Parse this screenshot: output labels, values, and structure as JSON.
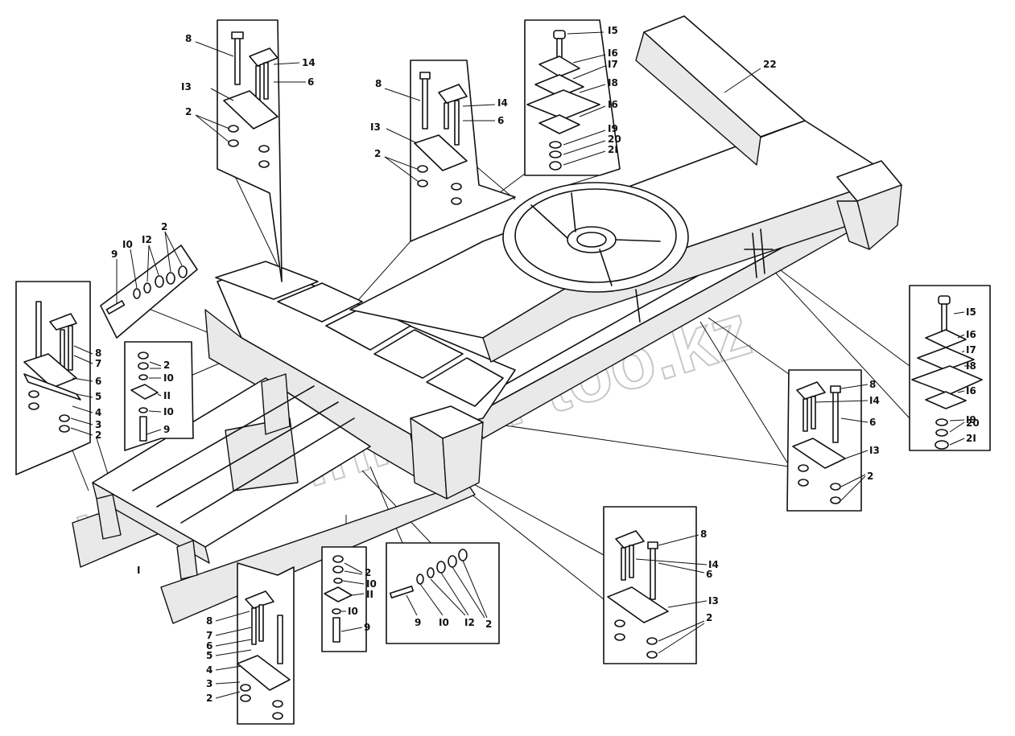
{
  "watermark": "www.sinkron-too.kz",
  "callouts": [
    {
      "id": "c8a",
      "text": "8"
    },
    {
      "id": "c14a",
      "text": "14"
    },
    {
      "id": "c13a",
      "text": "I3"
    },
    {
      "id": "c6a",
      "text": "6"
    },
    {
      "id": "c2a",
      "text": "2"
    },
    {
      "id": "c8b",
      "text": "8"
    },
    {
      "id": "c13b",
      "text": "I3"
    },
    {
      "id": "c14b",
      "text": "I4"
    },
    {
      "id": "c6b",
      "text": "6"
    },
    {
      "id": "c2b",
      "text": "2"
    },
    {
      "id": "c15a",
      "text": "I5"
    },
    {
      "id": "c16a",
      "text": "I6"
    },
    {
      "id": "c17a",
      "text": "I7"
    },
    {
      "id": "c18a",
      "text": "I8"
    },
    {
      "id": "c16b",
      "text": "I6"
    },
    {
      "id": "c19a",
      "text": "I9"
    },
    {
      "id": "c20a",
      "text": "20"
    },
    {
      "id": "c21a",
      "text": "2I"
    },
    {
      "id": "c22",
      "text": "22"
    },
    {
      "id": "c9a",
      "text": "9"
    },
    {
      "id": "c10a",
      "text": "I0"
    },
    {
      "id": "c12a",
      "text": "I2"
    },
    {
      "id": "c2c",
      "text": "2"
    },
    {
      "id": "c8c",
      "text": "8"
    },
    {
      "id": "c7a",
      "text": "7"
    },
    {
      "id": "c6c",
      "text": "6"
    },
    {
      "id": "c5a",
      "text": "5"
    },
    {
      "id": "c4a",
      "text": "4"
    },
    {
      "id": "c3a",
      "text": "3"
    },
    {
      "id": "c2d",
      "text": "2"
    },
    {
      "id": "c2e",
      "text": "2"
    },
    {
      "id": "c10b",
      "text": "I0"
    },
    {
      "id": "c11a",
      "text": "II"
    },
    {
      "id": "c10c",
      "text": "I0"
    },
    {
      "id": "c9b",
      "text": "9"
    },
    {
      "id": "c15b",
      "text": "I5"
    },
    {
      "id": "c16c",
      "text": "I6"
    },
    {
      "id": "c17b",
      "text": "I7"
    },
    {
      "id": "c18b",
      "text": "I8"
    },
    {
      "id": "c16d",
      "text": "I6"
    },
    {
      "id": "c19b",
      "text": "I9"
    },
    {
      "id": "c20b",
      "text": "20"
    },
    {
      "id": "c21b",
      "text": "2I"
    },
    {
      "id": "c8d",
      "text": "8"
    },
    {
      "id": "c14c",
      "text": "I4"
    },
    {
      "id": "c6d",
      "text": "6"
    },
    {
      "id": "c13c",
      "text": "I3"
    },
    {
      "id": "c2f",
      "text": "2"
    },
    {
      "id": "c1",
      "text": "I"
    },
    {
      "id": "c8e",
      "text": "8"
    },
    {
      "id": "c7b",
      "text": "7"
    },
    {
      "id": "c6e",
      "text": "6"
    },
    {
      "id": "c5b",
      "text": "5"
    },
    {
      "id": "c4b",
      "text": "4"
    },
    {
      "id": "c3b",
      "text": "3"
    },
    {
      "id": "c2g",
      "text": "2"
    },
    {
      "id": "c2h",
      "text": "2"
    },
    {
      "id": "c10d",
      "text": "I0"
    },
    {
      "id": "c11b",
      "text": "II"
    },
    {
      "id": "c10e",
      "text": "I0"
    },
    {
      "id": "c9c",
      "text": "9"
    },
    {
      "id": "c9d",
      "text": "9"
    },
    {
      "id": "c10f",
      "text": "I0"
    },
    {
      "id": "c12b",
      "text": "I2"
    },
    {
      "id": "c2i",
      "text": "2"
    },
    {
      "id": "c8f",
      "text": "8"
    },
    {
      "id": "c14d",
      "text": "I4"
    },
    {
      "id": "c6f",
      "text": "6"
    },
    {
      "id": "c13d",
      "text": "I3"
    },
    {
      "id": "c2j",
      "text": "2"
    }
  ]
}
